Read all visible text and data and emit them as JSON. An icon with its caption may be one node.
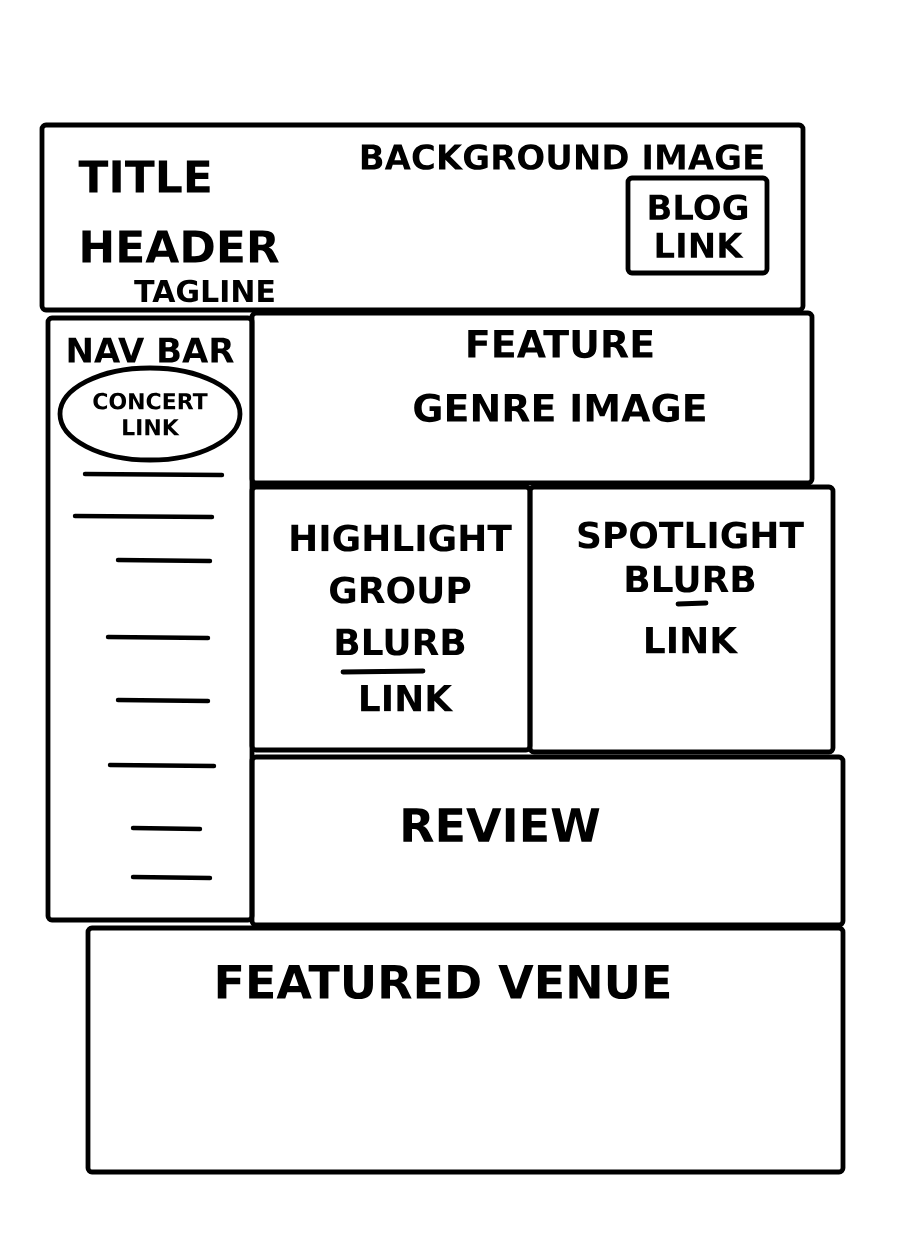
{
  "diagram": {
    "nodes": [
      {
        "text": [
          "TITLE HEADER",
          "TAGLINE",
          "BACKGROUND IMAGE"
        ]
      },
      {
        "text": [
          "BLOG LINK"
        ],
        "in": 0
      },
      {
        "text": [
          "NAV BAR"
        ]
      },
      {
        "text": [
          "CONCERT LINK"
        ],
        "in": 2
      },
      {
        "text": [
          "FEATURE GENRE IMAGE"
        ]
      },
      {
        "text": [
          "HIGHLIGHT GROUP BLURB",
          "LINK"
        ]
      },
      {
        "text": [
          "SPOTLIGHT BLURB",
          "LINK"
        ]
      },
      {
        "text": [
          "REVIEW"
        ]
      },
      {
        "text": [
          "FEATURED VENUE"
        ]
      }
    ]
  }
}
